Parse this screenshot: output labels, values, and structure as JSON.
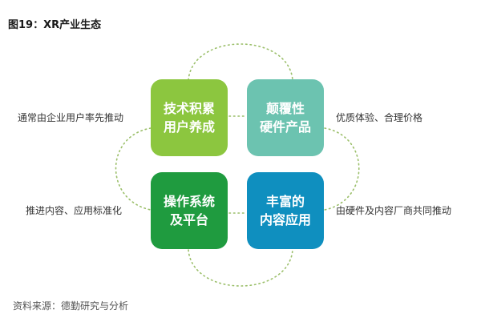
{
  "title": "图19：XR产业生态",
  "boxes": {
    "top_left": {
      "line1": "技术积累",
      "line2": "用户养成",
      "color": "#8cc63f"
    },
    "top_right": {
      "line1": "颠覆性",
      "line2": "硬件产品",
      "color": "#6cc3b0"
    },
    "bottom_left": {
      "line1": "操作系统",
      "line2": "及平台",
      "color": "#1f9b3f"
    },
    "bottom_right": {
      "line1": "丰富的",
      "line2": "内容应用",
      "color": "#0f8fbf"
    }
  },
  "labels": {
    "top_left": "通常由企业用户率先推动",
    "top_right": "优质体验、合理价格",
    "bottom_left": "推进内容、应用标准化",
    "bottom_right": "由硬件及内容厂商共同推动"
  },
  "source": "资料来源：德勤研究与分析",
  "ring_color": "#9bbf6a"
}
